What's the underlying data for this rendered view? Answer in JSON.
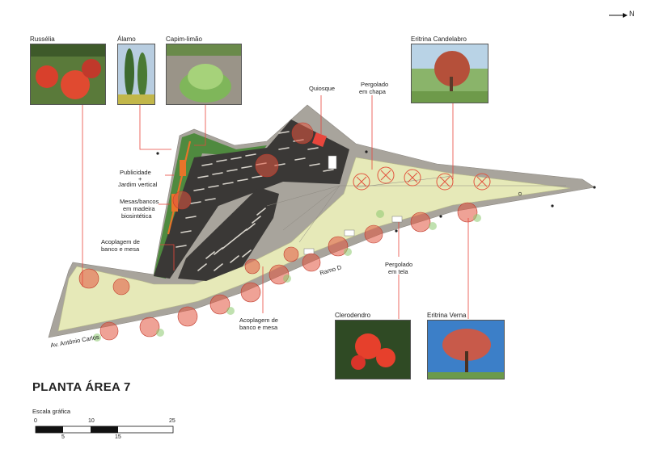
{
  "title": "PLANTA ÁREA 7",
  "north": "N",
  "photos": {
    "russelia": "Russélia",
    "alamo": "Álamo",
    "capim": "Capim-limão",
    "eritrina_candelabro": "Eritrina Candelabro",
    "clerodendro": "Clerodendro",
    "eritrina_verna": "Eritrina Verna"
  },
  "labels": {
    "quiosque": "Quiosque",
    "pergolado_chapa_1": "Pergolado",
    "pergolado_chapa_2": "em chapa",
    "publicidade_1": "Publicidade",
    "publicidade_2": "+",
    "publicidade_3": "Jardim vertical",
    "mesas_1": "Mesas/bancos",
    "mesas_2": "em madeira",
    "mesas_3": "biosintética",
    "acopl1_1": "Acoplagem de",
    "acopl1_2": "banco e mesa",
    "ramo": "Ramo D",
    "pergolado_tela_1": "Pergolado",
    "pergolado_tela_2": "em tela",
    "acopl2_1": "Acoplagem de",
    "acopl2_2": "banco e mesa",
    "avenida": "Av. Antônio Carlos"
  },
  "scale": {
    "caption": "Escala gráfica",
    "ticks_top": [
      "0",
      "10",
      "25"
    ],
    "ticks_bottom": [
      "5",
      "15"
    ]
  },
  "colors": {
    "leader": "#e8463c",
    "lawn": "#e6e9b8",
    "paving": "#a8a49c",
    "deck": "#3a3836",
    "tree": "#e2553f",
    "foliage": "#8cc870"
  }
}
